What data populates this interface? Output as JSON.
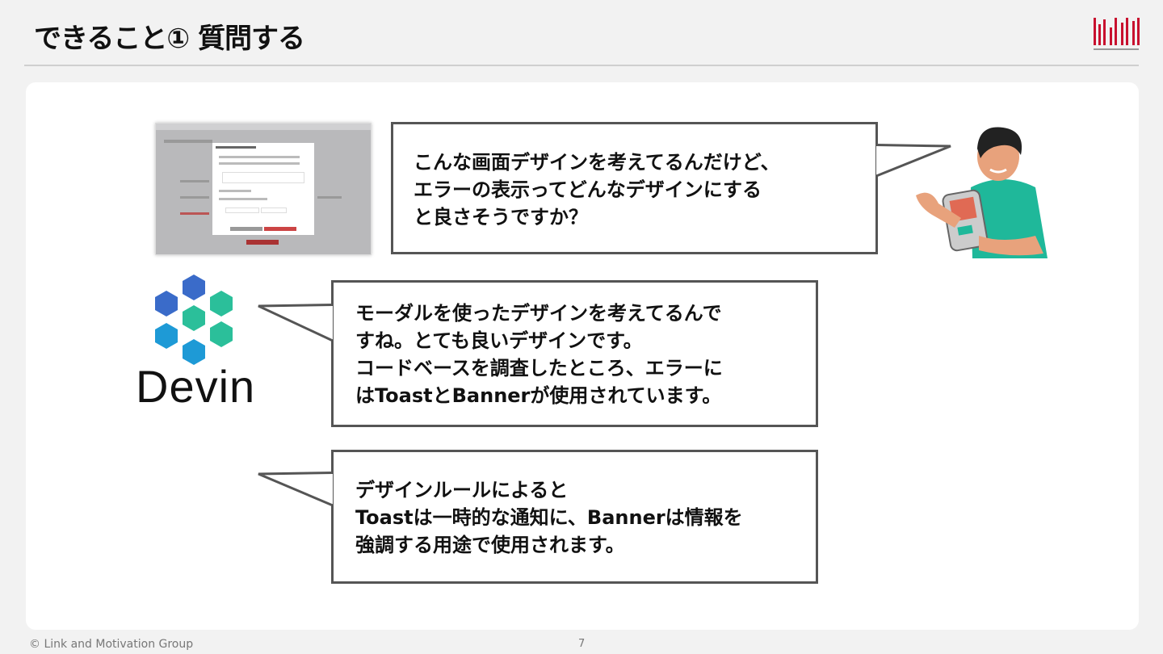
{
  "slide": {
    "title": "できること① 質問する",
    "footer": "© Link and Motivation Group",
    "page_number": "7"
  },
  "colors": {
    "accent": "#c8102e",
    "hex_blue": "#3a6bc9",
    "hex_teal": "#2bbf9a",
    "bubble_border": "#555555"
  },
  "user_bubble": {
    "text": "こんな画面デザインを考えてるんだけど、\nエラーの表示ってどんなデザインにする\nと良さそうですか？"
  },
  "devin": {
    "wordmark": "Devin",
    "reply1": "モーダルを使ったデザインを考えてるんで\nすね。とても良いデザインです。\nコードベースを調査したところ、エラーに\nはToastとBannerが使用されています。",
    "reply2": "デザインルールによると\nToastは一時的な通知に、Bannerは情報を\n強調する用途で使用されます。"
  },
  "icons": {
    "logo": "link-and-motivation-logo-icon",
    "screenshot": "design-screenshot-thumbnail",
    "person": "person-with-tablet-illustration",
    "devin": "devin-hexagon-logo-icon"
  }
}
